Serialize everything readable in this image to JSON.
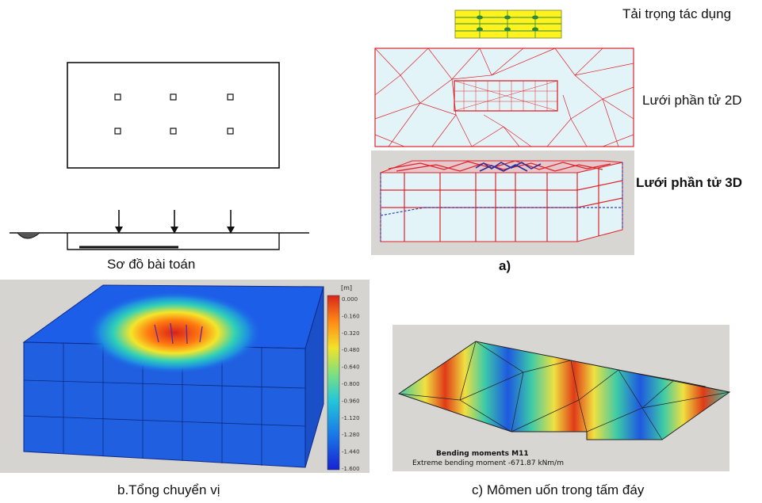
{
  "schematic": {
    "caption": "Sơ đồ bài toán"
  },
  "panel_a": {
    "label_load": "Tải trọng tác dụng",
    "label_mesh2d": "Lưới phần tử 2D",
    "label_mesh3d": "Lưới phần tử 3D",
    "caption": "a)"
  },
  "panel_b": {
    "caption": "b.Tổng chuyển vị",
    "colorbar": {
      "unit": "[m]",
      "ticks": [
        "0.000",
        "-0.160",
        "-0.320",
        "-0.480",
        "-0.640",
        "-0.800",
        "-0.960",
        "-1.120",
        "-1.280",
        "-1.440",
        "-1.600"
      ]
    }
  },
  "panel_c": {
    "caption": "c) Mômen uốn trong tấm đáy",
    "result_title": "Bending moments M11",
    "result_extreme": "Extreme bending moment -671.87 kNm/m"
  },
  "colors": {
    "mesh_red": "#e0222a",
    "mesh_fill": "#e3f4f8",
    "load_yellow": "#fff21e",
    "bg_grey": "#d8d6d2"
  }
}
